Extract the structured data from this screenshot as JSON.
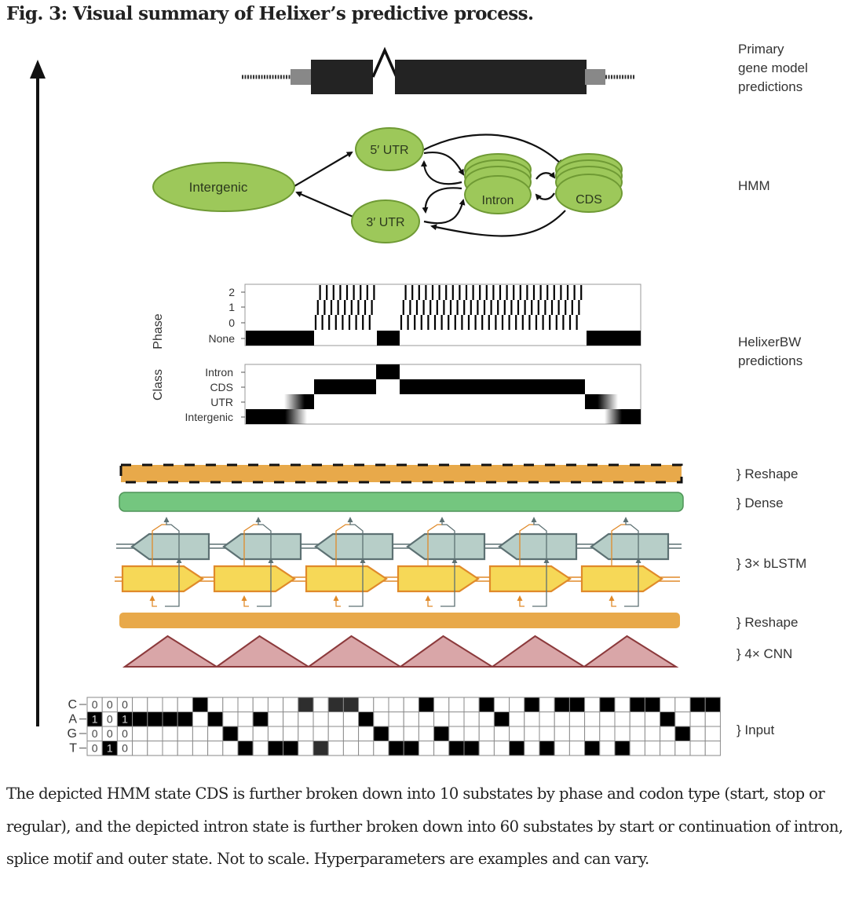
{
  "figure": {
    "title": "Fig. 3: Visual summary of Helixer’s predictive process.",
    "caption": "The depicted HMM state CDS is further broken down into 10 substates by phase and codon type (start, stop or regular), and the depicted intron state is further broken down into 60 substates by start or continuation of intron, splice motif and outer state. Not to scale. Hyperparameters are examples and can vary."
  },
  "side_labels": {
    "gene_model": "Primary\ngene model\npredictions",
    "hmm": "HMM",
    "helixerbw": "HelixerBW\npredictions"
  },
  "layer_labels": {
    "reshape_top": "} Reshape",
    "dense": "} Dense",
    "blstm": "} 3× bLSTM",
    "reshape_bottom": "} Reshape",
    "cnn": "} 4× CNN",
    "input": "} Input"
  },
  "hmm": {
    "states": {
      "intergenic": "Intergenic",
      "utr5": "5′ UTR",
      "utr3": "3′ UTR",
      "intron": "Intron",
      "cds": "CDS"
    }
  },
  "predictions": {
    "phase_axis_title": "Phase",
    "class_axis_title": "Class",
    "phase_ticks": [
      "2",
      "1",
      "0",
      "None"
    ],
    "class_ticks": [
      "Intron",
      "CDS",
      "UTR",
      "Intergenic"
    ]
  },
  "input_grid": {
    "row_labels": [
      "C",
      "A",
      "G",
      "T"
    ],
    "encoded_values": [
      [
        "0",
        "0",
        "0"
      ],
      [
        "1",
        "0",
        "1"
      ],
      [
        "0",
        "0",
        "0"
      ],
      [
        "0",
        "1",
        "0"
      ]
    ],
    "sequence": [
      "A",
      "T",
      "A",
      "A",
      "A",
      "A",
      "A",
      "C",
      "A",
      "G",
      "T",
      "A",
      "T",
      "T",
      "C",
      "T",
      "C",
      "C",
      "A",
      "G",
      "T",
      "T",
      "C",
      "G",
      "T",
      "T",
      "C",
      "A",
      "T",
      "C",
      "T",
      "C",
      "C",
      "T",
      "C",
      "T",
      "C",
      "C",
      "A",
      "G",
      "C",
      "C"
    ],
    "soft_columns": [
      14,
      15,
      16,
      17
    ]
  },
  "network": {
    "units": 6
  },
  "colors": {
    "hmm_green": "#9dc85a",
    "hmm_green_dark": "#5f8a2a",
    "reshape_orange": "#e8a94a",
    "dense_green": "#74c67f",
    "lstm_back": "#b7cec8",
    "lstm_back_stroke": "#5d7173",
    "lstm_fwd": "#f6d857",
    "lstm_fwd_stroke": "#e08a2a",
    "cnn_fill": "#d9a6a8",
    "cnn_stroke": "#8c3a3c"
  }
}
